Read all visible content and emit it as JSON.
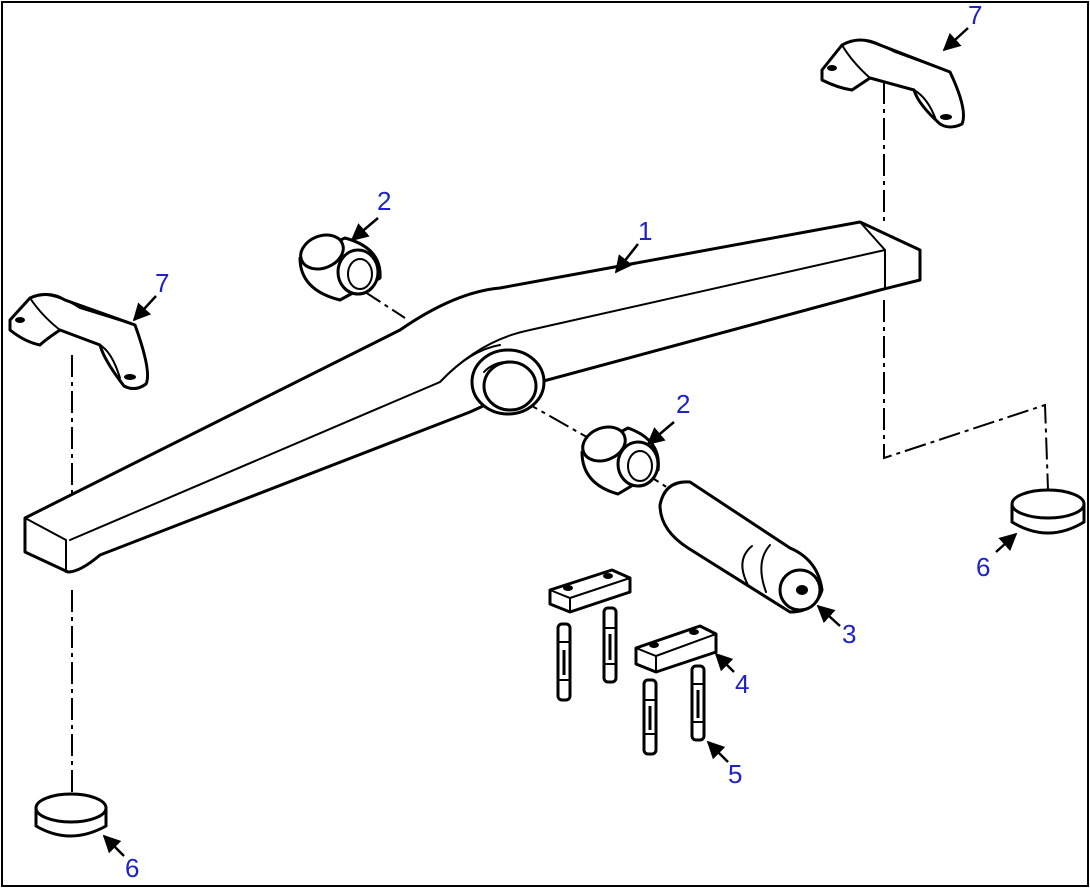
{
  "colors": {
    "callout": "#1e22c8",
    "line": "#000000",
    "background": "#ffffff"
  },
  "callouts": [
    {
      "label": "1"
    },
    {
      "label": "2"
    },
    {
      "label": "2"
    },
    {
      "label": "3"
    },
    {
      "label": "4"
    },
    {
      "label": "5"
    },
    {
      "label": "6"
    },
    {
      "label": "6"
    },
    {
      "label": "7"
    },
    {
      "label": "7"
    }
  ]
}
